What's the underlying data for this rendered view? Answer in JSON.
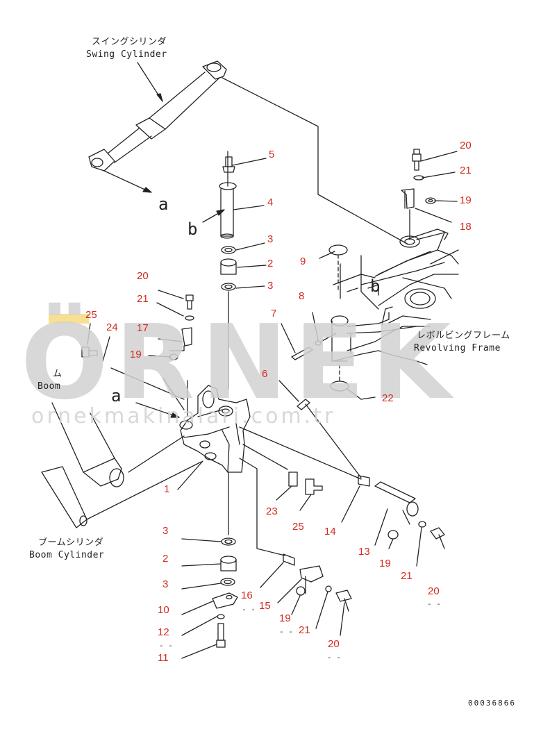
{
  "captions": {
    "swing_jp": "スイングシリンダ",
    "swing_en": "Swing Cylinder",
    "revolving_jp": "レボルビングフレーム",
    "revolving_en": "Revolving Frame",
    "boom_jp": "ム",
    "boom_en": "Boom",
    "boomcyl_jp": "ブームシリンダ",
    "boomcyl_en": "Boom Cylinder"
  },
  "reference_letters": [
    "a",
    "b",
    "a",
    "b"
  ],
  "watermark": {
    "brand": "ÖRNEK",
    "url": "ornekmakinalari.com.tr",
    "color": "#d2d2d2",
    "accent": "#f2c94c"
  },
  "part_labels": [
    "20",
    "21",
    "19",
    "18",
    "5",
    "4",
    "3",
    "2",
    "3",
    "9",
    "8",
    "7",
    "6",
    "22",
    "20",
    "21",
    "17",
    "19",
    "25",
    "24",
    "1",
    "23",
    "25",
    "14",
    "13",
    "19",
    "21",
    "20",
    "3",
    "2",
    "3",
    "10",
    "12",
    "11",
    "16",
    "15",
    "19",
    "21",
    "20"
  ],
  "dash_marks": [
    "- -",
    "- -",
    "- -",
    "- -",
    "- -"
  ],
  "document_number": "00036866",
  "colors": {
    "label": "#d32a1f",
    "line": "#222222"
  }
}
